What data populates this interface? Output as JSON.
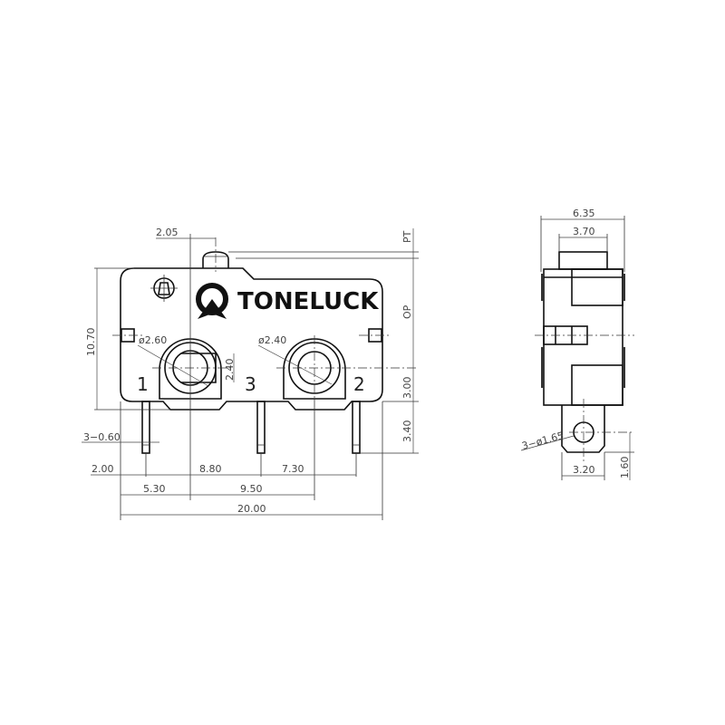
{
  "drawing": {
    "brand": "TONELUCK",
    "pin_labels": [
      "1",
      "3",
      "2"
    ],
    "front_view": {
      "dims": {
        "lever_offset": "2.05",
        "pt": "PT",
        "op": "OP",
        "height": "10.70",
        "hole_left_dia": "ø2.60",
        "hole_right_dia": "ø2.40",
        "slot_height": "2.40",
        "hole_to_bottom": "3.00",
        "pin_length": "3.40",
        "pin_width": "3−0.60",
        "pin1_offset": "2.00",
        "pin1_to_pin3": "8.80",
        "pin3_to_pin2": "7.30",
        "edge_to_hole": "5.30",
        "hole_spacing": "9.50",
        "total_width": "20.00"
      }
    },
    "side_view": {
      "dims": {
        "width": "6.35",
        "actuator_width": "3.70",
        "terminal_hole": "3−ø1.65",
        "terminal_width": "3.20",
        "hole_to_end": "1.60"
      }
    }
  }
}
